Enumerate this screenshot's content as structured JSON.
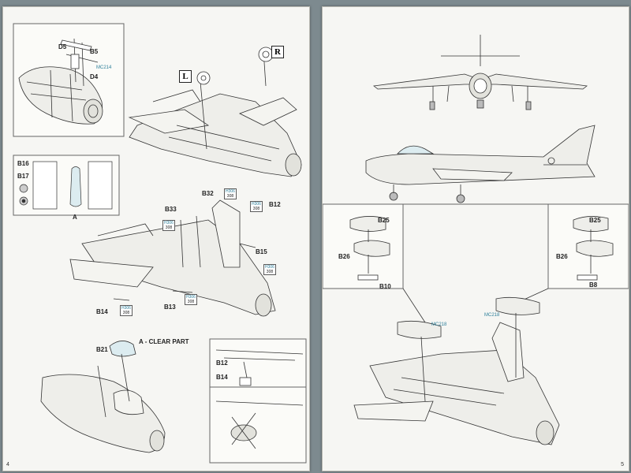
{
  "left_page": {
    "page_number": "4",
    "step1": {
      "parts": [
        "D5",
        "B5",
        "D4"
      ],
      "marking": "MC214"
    },
    "main_flags": {
      "left": "L",
      "right": "R"
    },
    "decal_box": {
      "parts": [
        "B16",
        "B17"
      ],
      "part": "A"
    },
    "step2": {
      "parts": [
        "B32",
        "B33",
        "B12",
        "B15",
        "B14",
        "B13"
      ],
      "callouts": [
        {
          "code": "H306",
          "num": "308"
        },
        {
          "code": "H306",
          "num": "308"
        },
        {
          "code": "H306",
          "num": "308"
        },
        {
          "code": "H306",
          "num": "308"
        },
        {
          "code": "H306",
          "num": "308"
        },
        {
          "code": "H306",
          "num": "308"
        }
      ]
    },
    "step3": {
      "part": "B21",
      "clear_label": "A - CLEAR PART"
    },
    "detail_box": {
      "parts": [
        "B12",
        "B14"
      ]
    }
  },
  "right_page": {
    "page_number": "5",
    "tank_left": {
      "parts": [
        "B25",
        "B26",
        "B10"
      ]
    },
    "tank_right": {
      "parts": [
        "B25",
        "B26",
        "B8"
      ]
    },
    "markings": [
      "MC218",
      "MC218"
    ]
  }
}
